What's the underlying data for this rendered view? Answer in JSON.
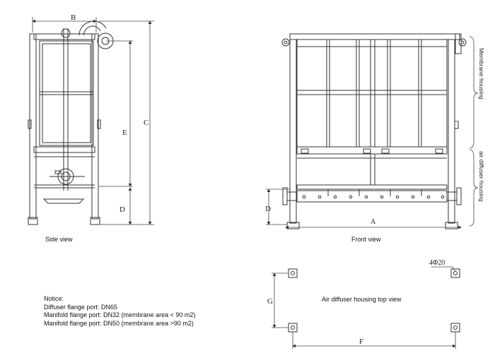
{
  "side_view": {
    "caption": "Side view",
    "dim_b": "B",
    "dim_c": "C",
    "dim_e": "E",
    "dim_d": "D"
  },
  "front_view": {
    "caption": "Front view",
    "dim_a": "A",
    "dim_d": "D",
    "membrane_housing_label": "Membrane housing",
    "air_diffuser_housing_label": "air diffuser housing"
  },
  "top_view": {
    "caption": "Air diffuser housing top view",
    "hole_spec": "4Φ20",
    "dim_g": "G",
    "dim_f": "F"
  },
  "notice": {
    "title": "Notice:",
    "lines": [
      "Diffuser flange port: DN65",
      "Manifold flange port: DN32 (membrane area < 90 m2)",
      "Manifold flange port: DN50 (membrane area >90 m2)"
    ]
  }
}
